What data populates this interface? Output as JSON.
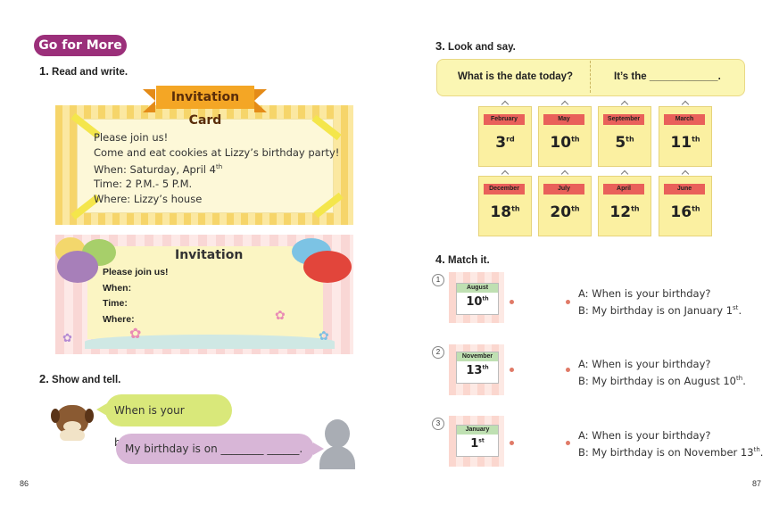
{
  "left": {
    "badge": "Go for More",
    "s1": {
      "num": "1.",
      "title": "Read and write."
    },
    "card": {
      "title": "Invitation Card",
      "lines": {
        "l1": "Please join us!",
        "l2": "Come and eat cookies at Lizzy’s birthday party!",
        "l3": "When: Saturday, April 4",
        "l3sup": "th",
        "l4": "Time: 2 P.M.- 5 P.M.",
        "l5": "Where: Lizzy’s house"
      }
    },
    "inv": {
      "title": "Invitation",
      "l1": "Please join us!",
      "l2": "When:",
      "l3": "Time:",
      "l4": "Where:"
    },
    "s2": {
      "num": "2.",
      "title": "Show and tell."
    },
    "bubble_q": "When is your birthday?",
    "bubble_a": "My birthday is on ________ ______.",
    "page": "86"
  },
  "right": {
    "s3": {
      "num": "3.",
      "title": "Look and say."
    },
    "say_q": "What is the date today?",
    "say_a": "It’s the ____________.",
    "cal": [
      {
        "month": "February",
        "day": "3",
        "sup": "rd"
      },
      {
        "month": "May",
        "day": "10",
        "sup": "th"
      },
      {
        "month": "September",
        "day": "5",
        "sup": "th"
      },
      {
        "month": "March",
        "day": "11",
        "sup": "th"
      },
      {
        "month": "December",
        "day": "18",
        "sup": "th"
      },
      {
        "month": "July",
        "day": "20",
        "sup": "th"
      },
      {
        "month": "April",
        "day": "12",
        "sup": "th"
      },
      {
        "month": "June",
        "day": "16",
        "sup": "th"
      }
    ],
    "s4": {
      "num": "4.",
      "title": "Match it."
    },
    "match": [
      {
        "n": "1",
        "month": "August",
        "day": "10",
        "sup": "th",
        "qa": "A: When is your birthday?",
        "ba": "B: My birthday is on January 1",
        "bsup": "st",
        "bend": "."
      },
      {
        "n": "2",
        "month": "November",
        "day": "13",
        "sup": "th",
        "qa": "A: When is your birthday?",
        "ba": "B: My birthday is on August 10",
        "bsup": "th",
        "bend": "."
      },
      {
        "n": "3",
        "month": "January",
        "day": "1",
        "sup": "st",
        "qa": "A: When is your birthday?",
        "ba": "B: My birthday is on November 13",
        "bsup": "th",
        "bend": "."
      }
    ],
    "page": "87"
  }
}
